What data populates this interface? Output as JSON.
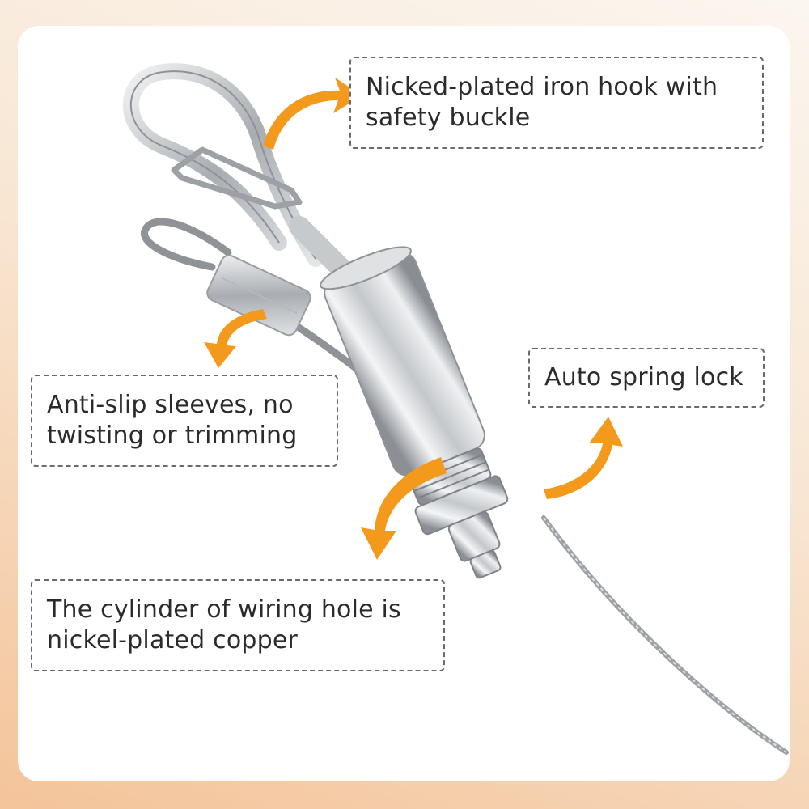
{
  "callouts": {
    "hook": "Nicked-plated iron hook with\nsafety buckle",
    "spring_lock": "Auto spring lock",
    "sleeves": "Anti-slip sleeves, no\ntwisting or trimming",
    "cylinder": "The cylinder of wiring hole is\nnickel-plated copper"
  },
  "colors": {
    "arrow": "#f39a1c",
    "background_bottom": "#f4c49a",
    "metal": "#c9ccd0"
  },
  "icons": {
    "arrow": "curved-arrow-icon"
  }
}
